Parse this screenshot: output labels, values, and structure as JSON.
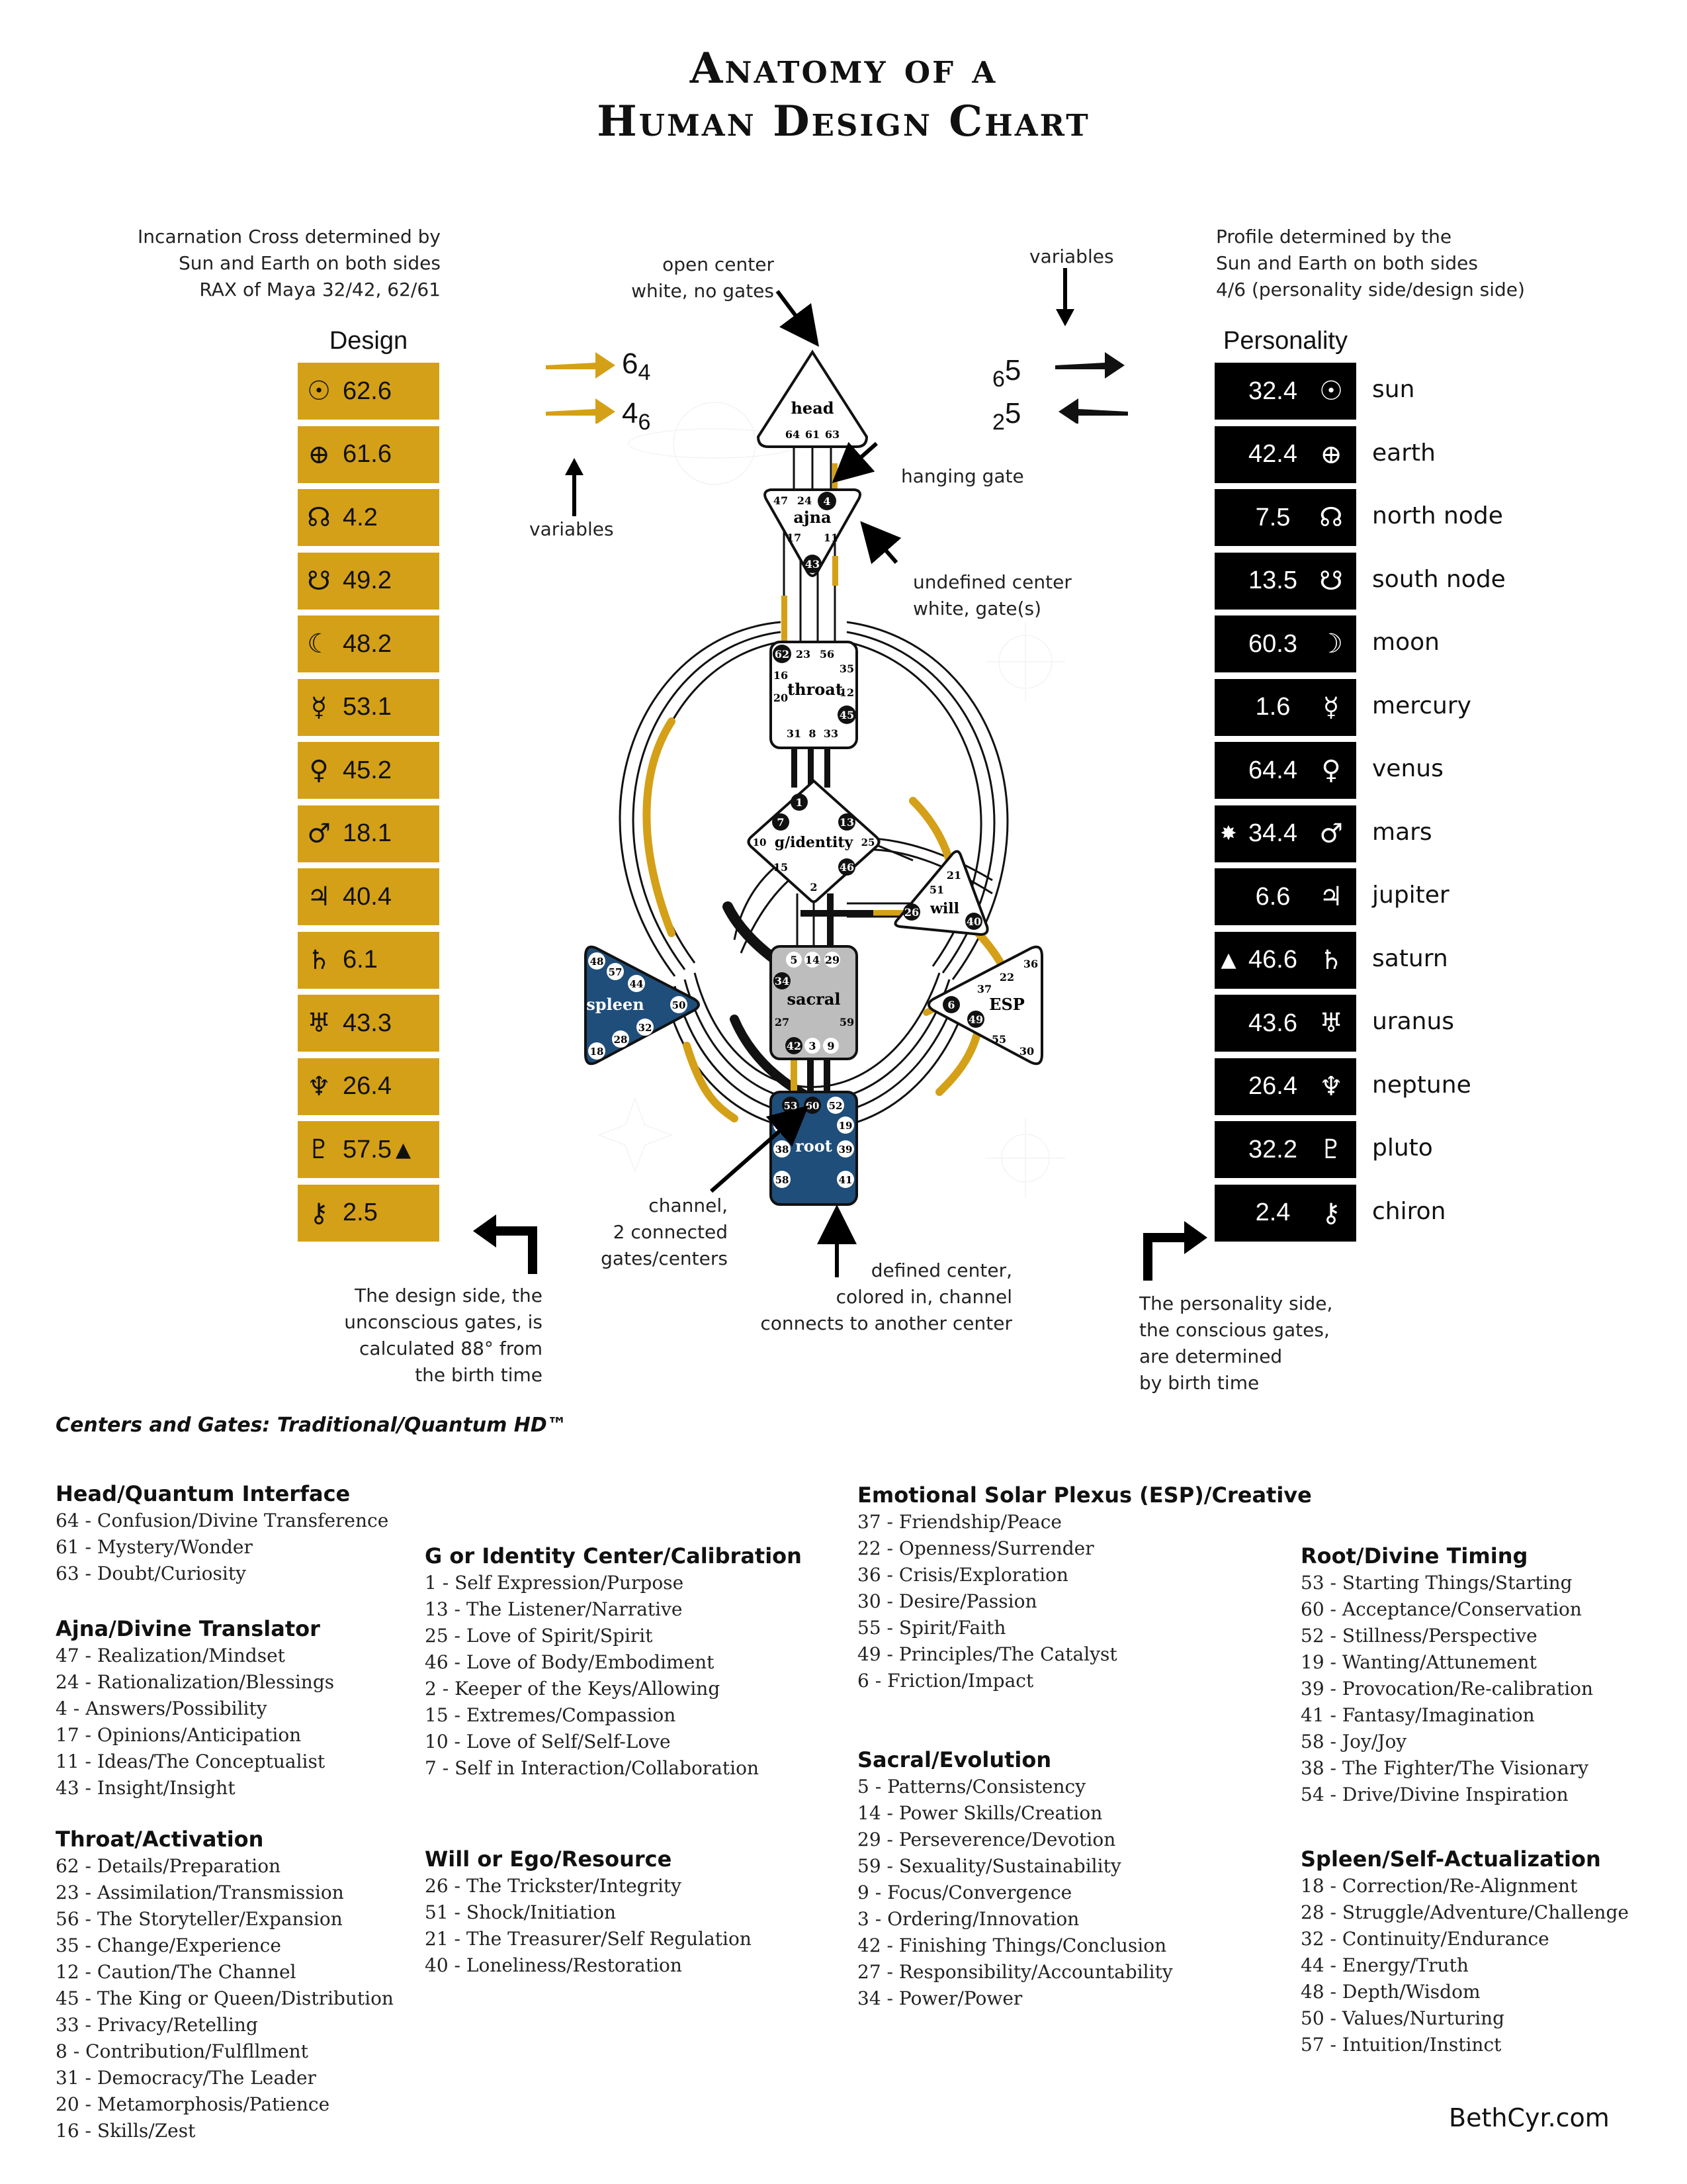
{
  "title": {
    "line1": "Anatomy of a",
    "line2": "Human Design Chart"
  },
  "notes": {
    "incarnation": [
      "Incarnation Cross determined by",
      "Sun and Earth on both sides",
      "RAX of Maya 32/42, 62/61"
    ],
    "profile": [
      "Profile determined by the",
      "Sun and Earth on both sides",
      "4/6 (personality side/design side)"
    ],
    "open_center": [
      "open center",
      "white, no gates"
    ],
    "variables_top": "variables",
    "variables_left": "variables",
    "hanging_gate": "hanging gate",
    "undefined_center": [
      "undefined center",
      "white, gate(s)"
    ],
    "channel": [
      "channel,",
      "2 connected",
      "gates/centers"
    ],
    "defined_center": [
      "defined center,",
      "colored in, channel",
      "connects to another center"
    ],
    "design_side": [
      "The design side, the",
      "unconscious gates, is",
      "calculated 88° from",
      "the birth time"
    ],
    "personality_side": [
      "The personality side,",
      "the conscious gates,",
      "are determined",
      "by birth time"
    ]
  },
  "variables": {
    "left": [
      {
        "big": "6",
        "small": "4"
      },
      {
        "big": "4",
        "small": "6"
      }
    ],
    "right": [
      {
        "small": "6",
        "big": "5"
      },
      {
        "small": "2",
        "big": "5"
      }
    ]
  },
  "design": {
    "header": "Design",
    "rows": [
      {
        "glyph": "☉",
        "value": "62.6",
        "mark": ""
      },
      {
        "glyph": "⊕",
        "value": "61.6",
        "mark": ""
      },
      {
        "glyph": "☊",
        "value": "4.2",
        "mark": ""
      },
      {
        "glyph": "☋",
        "value": "49.2",
        "mark": ""
      },
      {
        "glyph": "☾",
        "value": "48.2",
        "mark": ""
      },
      {
        "glyph": "☿",
        "value": "53.1",
        "mark": ""
      },
      {
        "glyph": "♀",
        "value": "45.2",
        "mark": ""
      },
      {
        "glyph": "♂",
        "value": "18.1",
        "mark": ""
      },
      {
        "glyph": "♃",
        "value": "40.4",
        "mark": ""
      },
      {
        "glyph": "♄",
        "value": "6.1",
        "mark": ""
      },
      {
        "glyph": "♅",
        "value": "43.3",
        "mark": ""
      },
      {
        "glyph": "♆",
        "value": "26.4",
        "mark": ""
      },
      {
        "glyph": "♇",
        "value": "57.5",
        "mark": "▲"
      },
      {
        "glyph": "⚷",
        "value": "2.5",
        "mark": ""
      }
    ]
  },
  "personality": {
    "header": "Personality",
    "rows": [
      {
        "mark": "",
        "value": "32.4",
        "glyph": "☉",
        "name": "sun"
      },
      {
        "mark": "",
        "value": "42.4",
        "glyph": "⊕",
        "name": "earth"
      },
      {
        "mark": "",
        "value": "7.5",
        "glyph": "☊",
        "name": "north node"
      },
      {
        "mark": "",
        "value": "13.5",
        "glyph": "☋",
        "name": "south node"
      },
      {
        "mark": "",
        "value": "60.3",
        "glyph": "☽",
        "name": "moon"
      },
      {
        "mark": "",
        "value": "1.6",
        "glyph": "☿",
        "name": "mercury"
      },
      {
        "mark": "",
        "value": "64.4",
        "glyph": "♀",
        "name": "venus"
      },
      {
        "mark": "✸",
        "value": "34.4",
        "glyph": "♂",
        "name": "mars"
      },
      {
        "mark": "",
        "value": "6.6",
        "glyph": "♃",
        "name": "jupiter"
      },
      {
        "mark": "▲",
        "value": "46.6",
        "glyph": "♄",
        "name": "saturn"
      },
      {
        "mark": "",
        "value": "43.6",
        "glyph": "♅",
        "name": "uranus"
      },
      {
        "mark": "",
        "value": "26.4",
        "glyph": "♆",
        "name": "neptune"
      },
      {
        "mark": "",
        "value": "32.2",
        "glyph": "♇",
        "name": "pluto"
      },
      {
        "mark": "",
        "value": "2.4",
        "glyph": "⚷",
        "name": "chiron"
      }
    ]
  },
  "centers": {
    "head": {
      "label": "head",
      "gates": [
        "64",
        "61",
        "63"
      ]
    },
    "ajna": {
      "label": "ajna",
      "gates": [
        "47",
        "24",
        "4",
        "17",
        "11",
        "43"
      ]
    },
    "throat": {
      "label": "throat",
      "gates": [
        "62",
        "23",
        "56",
        "16",
        "35",
        "20",
        "12",
        "45",
        "31",
        "8",
        "33"
      ]
    },
    "g": {
      "label": "g/identity",
      "gates": [
        "1",
        "7",
        "13",
        "10",
        "25",
        "15",
        "46",
        "2"
      ]
    },
    "will": {
      "label": "will",
      "gates": [
        "21",
        "51",
        "26",
        "40"
      ]
    },
    "sacral": {
      "label": "sacral",
      "gates": [
        "5",
        "14",
        "29",
        "34",
        "27",
        "59",
        "42",
        "3",
        "9"
      ]
    },
    "spleen": {
      "label": "spleen",
      "gates": [
        "48",
        "57",
        "44",
        "50",
        "32",
        "28",
        "18"
      ]
    },
    "esp": {
      "label": "ESP",
      "gates": [
        "36",
        "22",
        "37",
        "6",
        "49",
        "55",
        "30"
      ]
    },
    "root": {
      "label": "root",
      "gates": [
        "53",
        "60",
        "52",
        "54",
        "19",
        "38",
        "39",
        "58",
        "41"
      ]
    }
  },
  "legend": {
    "subtitle": "Centers and Gates: Traditional/Quantum HD™",
    "groups": [
      {
        "title": "Head/Quantum Interface",
        "items": [
          "64 - Confusion/Divine Transference",
          "61 - Mystery/Wonder",
          "63 - Doubt/Curiosity"
        ]
      },
      {
        "title": "Ajna/Divine Translator",
        "items": [
          "47 - Realization/Mindset",
          "24 - Rationalization/Blessings",
          "4 - Answers/Possibility",
          "17 - Opinions/Anticipation",
          "11 - Ideas/The Conceptualist",
          "43 - Insight/Insight"
        ]
      },
      {
        "title": "Throat/Activation",
        "items": [
          "62 - Details/Preparation",
          "23 - Assimilation/Transmission",
          "56 - The Storyteller/Expansion",
          "35 - Change/Experience",
          "12 - Caution/The Channel",
          "45 - The King or Queen/Distribution",
          "33 - Privacy/Retelling",
          "8 - Contribution/Fulfllment",
          "31 - Democracy/The Leader",
          "20 - Metamorphosis/Patience",
          "16 - Skills/Zest"
        ]
      },
      {
        "title": "G or Identity Center/Calibration",
        "items": [
          "1 - Self Expression/Purpose",
          "13 - The Listener/Narrative",
          "25 - Love of Spirit/Spirit",
          "46 - Love of Body/Embodiment",
          "2 - Keeper of the Keys/Allowing",
          "15 - Extremes/Compassion",
          "10 - Love of Self/Self-Love",
          "7 - Self in Interaction/Collaboration"
        ]
      },
      {
        "title": "Will or Ego/Resource",
        "items": [
          "26 - The Trickster/Integrity",
          "51 - Shock/Initiation",
          "21 - The Treasurer/Self Regulation",
          "40 - Loneliness/Restoration"
        ]
      },
      {
        "title": "Emotional Solar Plexus (ESP)/Creative",
        "items": [
          "37 - Friendship/Peace",
          "22 - Openness/Surrender",
          "36 - Crisis/Exploration",
          "30 - Desire/Passion",
          "55 - Spirit/Faith",
          "49 - Principles/The Catalyst",
          "6 - Friction/Impact"
        ]
      },
      {
        "title": "Sacral/Evolution",
        "items": [
          "5 - Patterns/Consistency",
          "14 - Power Skills/Creation",
          "29 - Perseverence/Devotion",
          "59 - Sexuality/Sustainability",
          "9 - Focus/Convergence",
          "3 - Ordering/Innovation",
          "42 - Finishing Things/Conclusion",
          "27 - Responsibility/Accountability",
          "34 - Power/Power"
        ]
      },
      {
        "title": "Root/Divine Timing",
        "items": [
          "53 - Starting Things/Starting",
          "60 - Acceptance/Conservation",
          "52 - Stillness/Perspective",
          "19 - Wanting/Attunement",
          "39 - Provocation/Re-calibration",
          "41 - Fantasy/Imagination",
          "58 - Joy/Joy",
          "38 - The Fighter/The Visionary",
          "54 - Drive/Divine Inspiration"
        ]
      },
      {
        "title": "Spleen/Self-Actualization",
        "items": [
          "18 - Correction/Re-Alignment",
          "28 - Struggle/Adventure/Challenge",
          "32 - Continuity/Endurance",
          "44 - Energy/Truth",
          "48 - Depth/Wisdom",
          "50 - Values/Nurturing",
          "57 - Intuition/Instinct"
        ]
      }
    ]
  },
  "credit": "BethCyr.com",
  "colors": {
    "gold": "#d4a017",
    "black": "#000000",
    "blue": "#1f4e7a",
    "sacral_gray": "#bdbdbd"
  }
}
